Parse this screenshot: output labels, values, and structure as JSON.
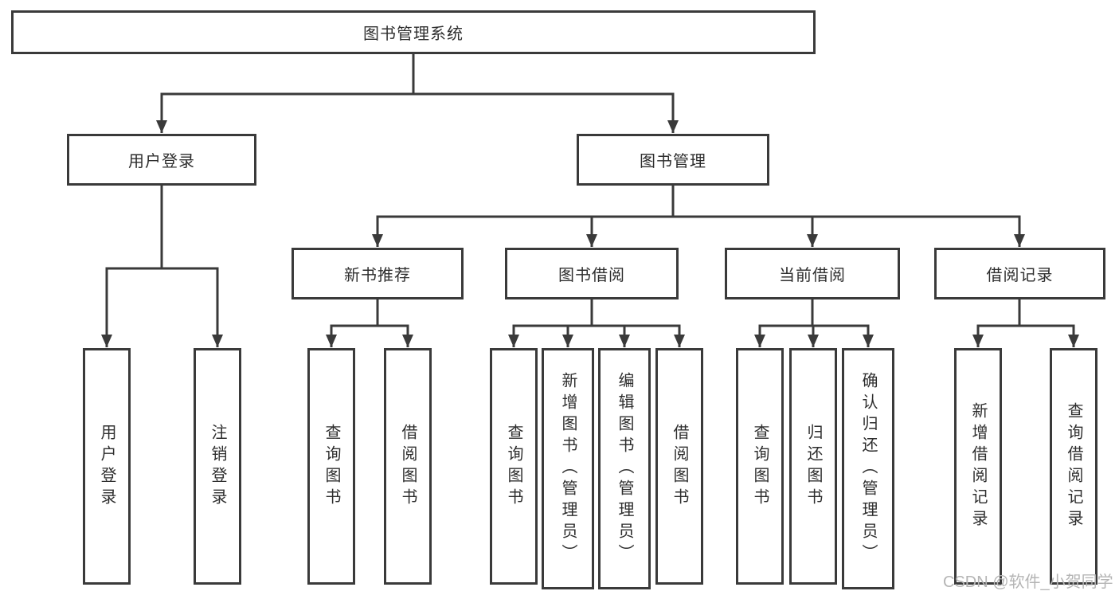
{
  "diagram_type": "hierarchy-tree",
  "colors": {
    "line": "#3a3a3a",
    "border": "#3a3a3a",
    "text": "#2e2e2e",
    "background": "#ffffff",
    "watermark": "#b5b5b5"
  },
  "nodes": {
    "root": "图书管理系统",
    "level1": [
      "用户登录",
      "图书管理"
    ],
    "level2": [
      "新书推荐",
      "图书借阅",
      "当前借阅",
      "借阅记录"
    ],
    "leaves": [
      "用户登录",
      "注销登录",
      "查询图书",
      "借阅图书",
      "查询图书",
      "新增图书（管理员）",
      "编辑图书（管理员）",
      "借阅图书",
      "查询图书",
      "归还图书",
      "确认归还（管理员）",
      "新增借阅记录",
      "查询借阅记录"
    ]
  },
  "tree": {
    "图书管理系统": {
      "用户登录": [
        "用户登录",
        "注销登录"
      ],
      "图书管理": {
        "新书推荐": [
          "查询图书",
          "借阅图书"
        ],
        "图书借阅": [
          "查询图书",
          "新增图书（管理员）",
          "编辑图书（管理员）",
          "借阅图书"
        ],
        "当前借阅": [
          "查询图书",
          "归还图书",
          "确认归还（管理员）"
        ],
        "借阅记录": [
          "新增借阅记录",
          "查询借阅记录"
        ]
      }
    }
  },
  "watermark": {
    "text": "CSDN @软件_小贺同学"
  }
}
